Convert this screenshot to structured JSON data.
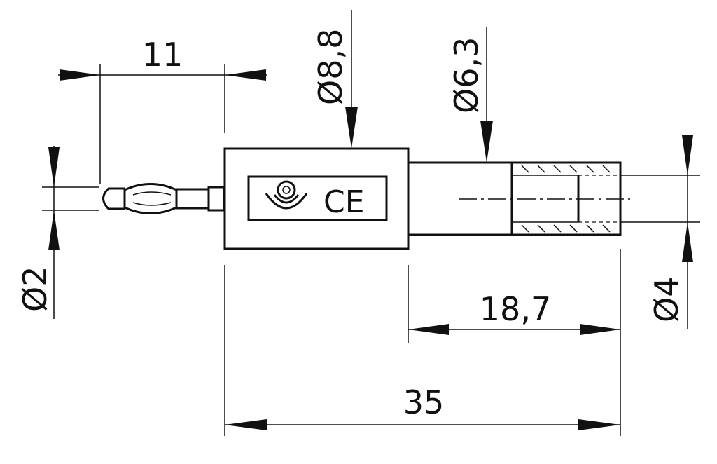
{
  "dimensions": {
    "tip_length": "11",
    "body_diameter": "Ø8,8",
    "sleeve_diameter": "Ø6,3",
    "tip_diameter": "Ø2",
    "bore_diameter": "Ø4",
    "sleeve_length": "18,7",
    "total_length": "35"
  },
  "markings": {
    "ce_mark": "CE"
  }
}
